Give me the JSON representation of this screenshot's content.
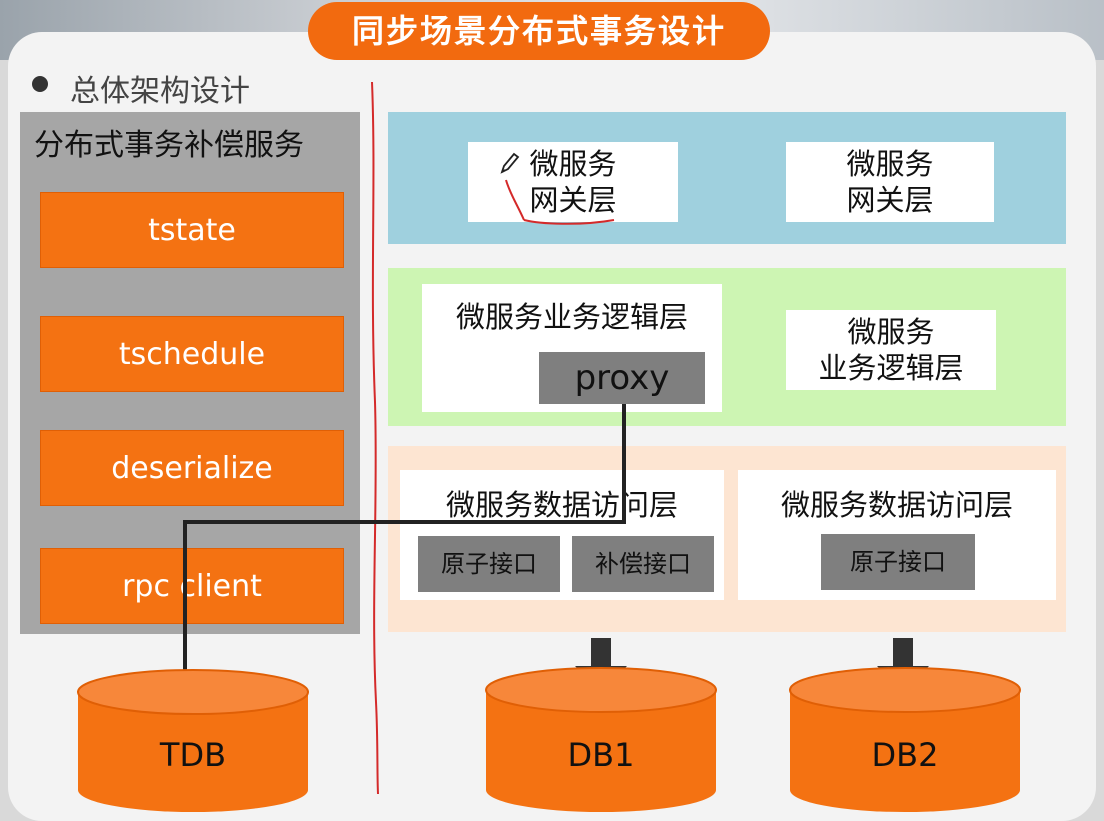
{
  "title": "同步场景分布式事务设计",
  "bullet": "总体架构设计",
  "left_panel": {
    "title": "分布式事务补偿服务",
    "items": [
      "tstate",
      "tschedule",
      "deserialize",
      "rpc client"
    ]
  },
  "gateway_layer": {
    "boxes": [
      {
        "line1": "微服务",
        "line2": "网关层"
      },
      {
        "line1": "微服务",
        "line2": "网关层"
      }
    ]
  },
  "logic_layer": {
    "left_box": {
      "title": "微服务业务逻辑层",
      "proxy": "proxy"
    },
    "right_box": {
      "line1": "微服务",
      "line2": "业务逻辑层"
    }
  },
  "data_layer": {
    "left_box": {
      "title": "微服务数据访问层",
      "buttons": [
        "原子接口",
        "补偿接口"
      ]
    },
    "right_box": {
      "title": "微服务数据访问层",
      "buttons": [
        "原子接口"
      ]
    }
  },
  "databases": [
    "TDB",
    "DB1",
    "DB2"
  ],
  "colors": {
    "accent": "#f47212",
    "gateway_bg": "#9fd0de",
    "logic_bg": "#cdf5b3",
    "data_bg": "#fde5d2",
    "panel_gray": "#a6a6a6",
    "annotation_red": "#d42a2a"
  },
  "icons": [
    "pencil-icon",
    "bullet-dot-icon",
    "down-arrow-icon"
  ]
}
